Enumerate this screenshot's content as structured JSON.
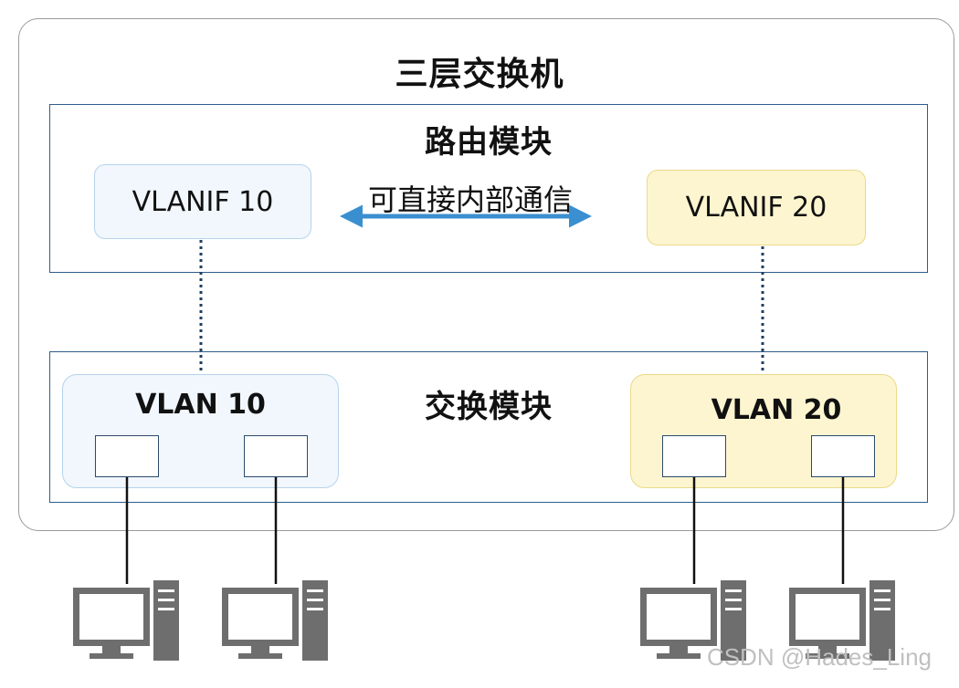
{
  "diagram": {
    "title": "三层交换机",
    "routing_module": {
      "label": "路由模块",
      "vlanif_left": "VLANIF 10",
      "vlanif_right": "VLANIF 20",
      "communication": "可直接内部通信"
    },
    "switching_module": {
      "label": "交换模块",
      "vlan_left": "VLAN 10",
      "vlan_right": "VLAN 20"
    },
    "pc_icon": "desktop-computer-icon",
    "colors": {
      "module_border": "#2f5d8a",
      "vlan10_fill": "#f1f7fc",
      "vlan20_fill": "#fdf5cf",
      "arrow": "#3a8fd0"
    }
  },
  "watermark": "CSDN @Hades_Ling"
}
